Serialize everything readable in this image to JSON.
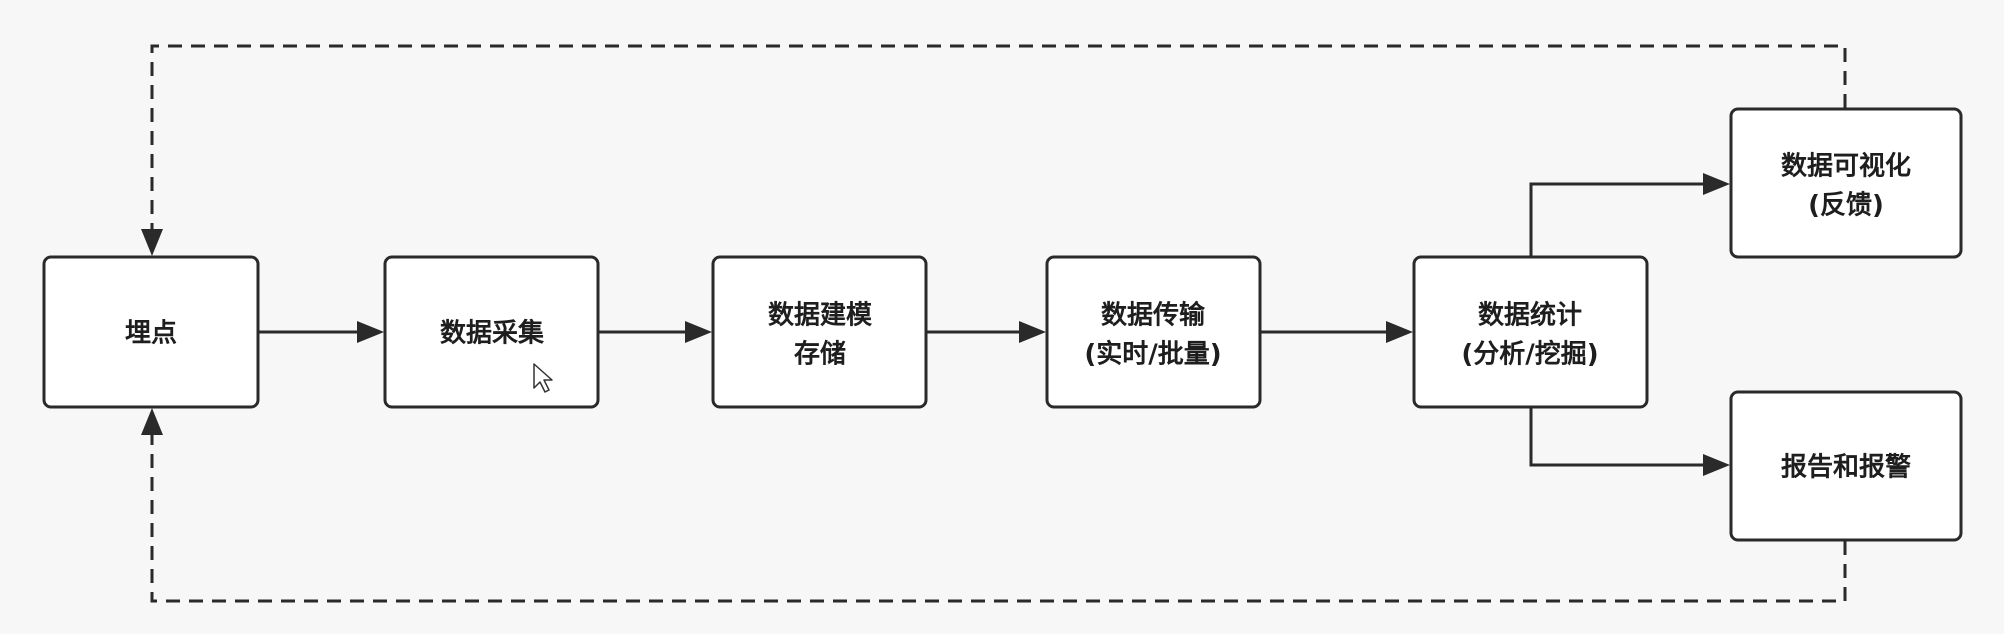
{
  "diagram": {
    "nodes": {
      "maidian": {
        "lines": [
          "埋点"
        ]
      },
      "caiji": {
        "lines": [
          "数据采集"
        ]
      },
      "jianmo": {
        "lines": [
          "数据建模",
          "存储"
        ]
      },
      "chuanshu": {
        "lines": [
          "数据传输",
          "(实时/批量)"
        ]
      },
      "tongji": {
        "lines": [
          "数据统计",
          "(分析/挖掘)"
        ]
      },
      "keshihua": {
        "lines": [
          "数据可视化",
          "(反馈)"
        ]
      },
      "baogao": {
        "lines": [
          "报告和报警"
        ]
      }
    },
    "edges": [
      {
        "from": "maidian",
        "to": "caiji",
        "style": "solid"
      },
      {
        "from": "caiji",
        "to": "jianmo",
        "style": "solid"
      },
      {
        "from": "jianmo",
        "to": "chuanshu",
        "style": "solid"
      },
      {
        "from": "chuanshu",
        "to": "tongji",
        "style": "solid"
      },
      {
        "from": "tongji",
        "to": "keshihua",
        "style": "solid"
      },
      {
        "from": "tongji",
        "to": "baogao",
        "style": "solid"
      },
      {
        "from": "keshihua",
        "to": "maidian",
        "style": "dashed"
      },
      {
        "from": "baogao",
        "to": "maidian",
        "style": "dashed"
      }
    ]
  },
  "colors": {
    "background": "#f7f7f7",
    "box_fill": "#ffffff",
    "stroke": "#2a2a2a",
    "text": "#1e1e1e"
  },
  "cursor": {
    "icon": "mouse-pointer-icon"
  }
}
